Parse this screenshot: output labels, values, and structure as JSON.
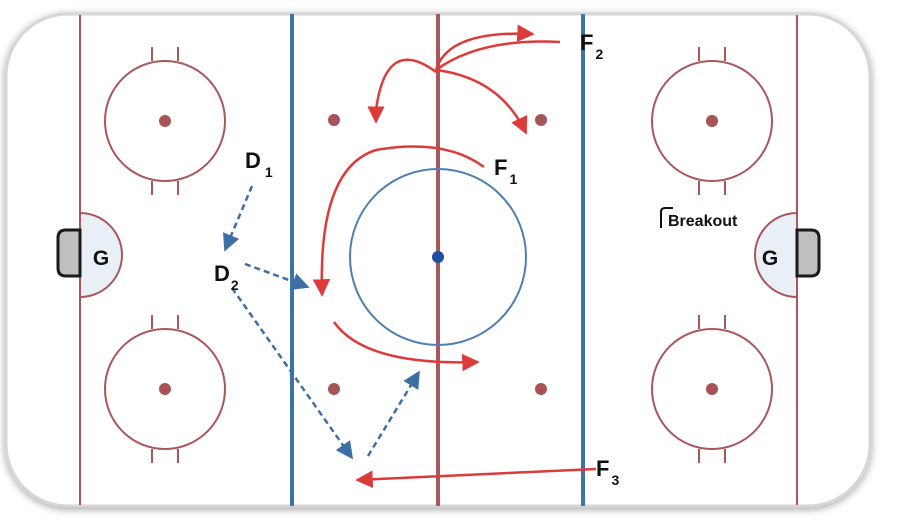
{
  "players": {
    "d1": {
      "letter": "D",
      "sub": "1"
    },
    "d2": {
      "letter": "D",
      "sub": "2"
    },
    "f1": {
      "letter": "F",
      "sub": "1"
    },
    "f2": {
      "letter": "F",
      "sub": "2"
    },
    "f3": {
      "letter": "F",
      "sub": "3"
    }
  },
  "goalies": {
    "left": "G",
    "right": "G"
  },
  "note": "Breakout",
  "colors": {
    "rink_line": "#a8585a",
    "blue_line": "#3f73a8",
    "forward_path": "#dd3a3a",
    "defense_path": "#3d6fa5",
    "crease": "#e9eff6",
    "faceoff_dot": "#a65456",
    "center_dot": "#1f4fa2"
  }
}
